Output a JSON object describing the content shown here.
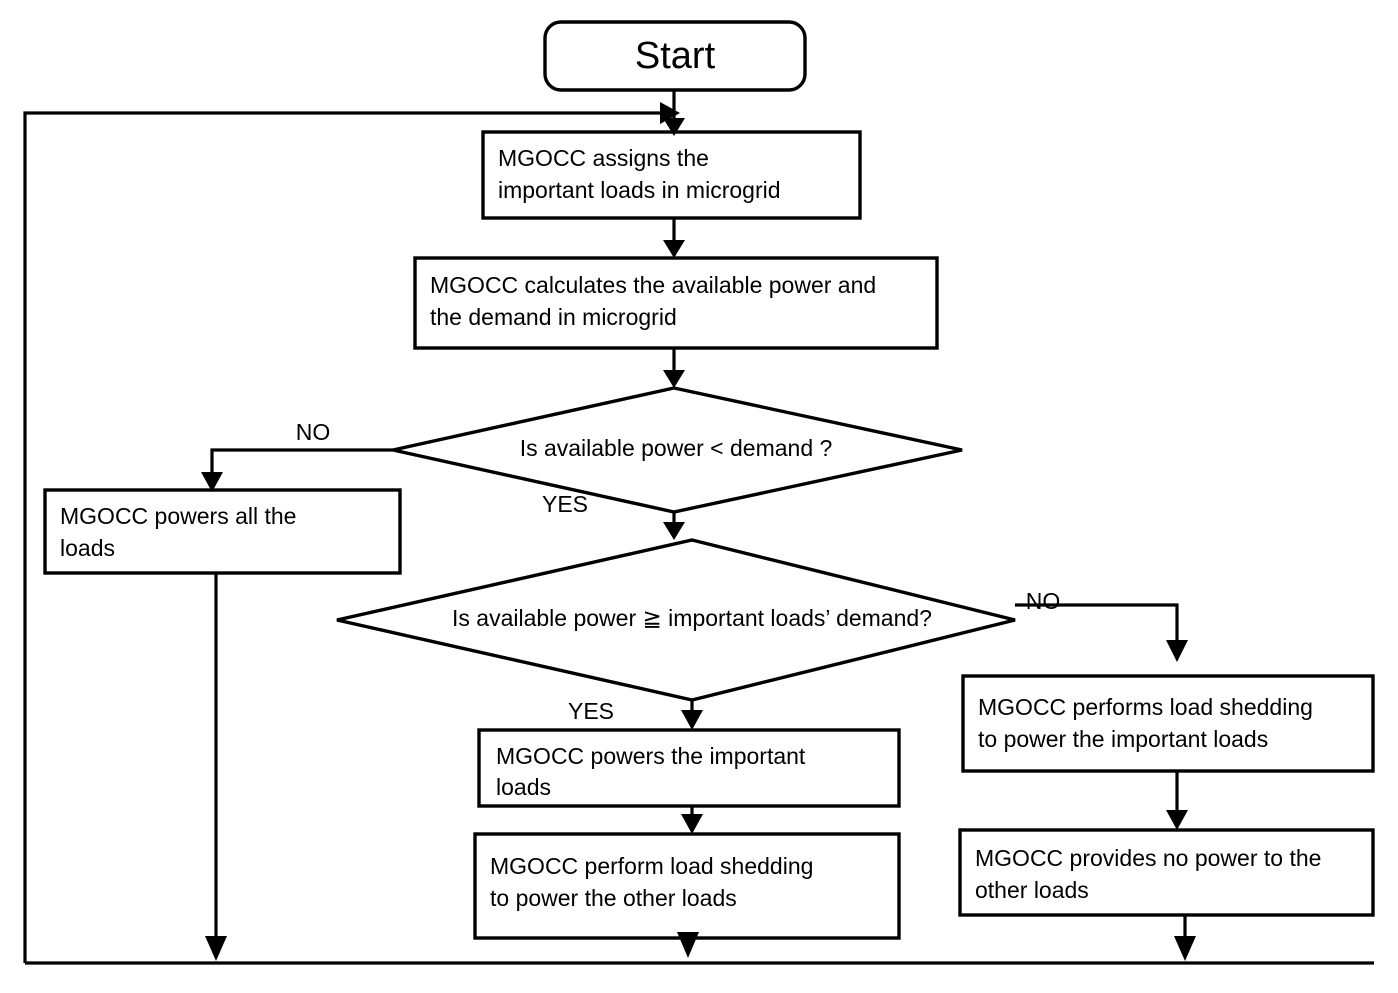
{
  "diagram": {
    "title": "MGOCC microgrid load shedding flowchart",
    "type": "flowchart",
    "colors": {
      "stroke": "#000000",
      "fill": "#ffffff",
      "text": "#000000"
    },
    "nodes": {
      "start": {
        "label": "Start",
        "shape": "rounded-rectangle"
      },
      "assign_loads": {
        "label": "MGOCC assigns the\nimportant loads in microgrid",
        "line1": "MGOCC assigns the",
        "line2": "important loads in microgrid",
        "shape": "rectangle"
      },
      "calc_power": {
        "label": "MGOCC calculates the available power and\nthe demand in microgrid",
        "line1": "MGOCC calculates the available power and",
        "line2": "the demand in microgrid",
        "shape": "rectangle"
      },
      "decision_demand": {
        "label": "Is available power < demand ?",
        "shape": "diamond"
      },
      "power_all_loads": {
        "label": "MGOCC powers all the\nloads",
        "line1": "MGOCC powers all the",
        "line2": "loads",
        "shape": "rectangle"
      },
      "decision_important": {
        "label": "Is available power ≧ important loads’ demand?",
        "shape": "diamond"
      },
      "power_important": {
        "label": "MGOCC powers the important\nloads",
        "line1": "MGOCC powers the important",
        "line2": "loads",
        "shape": "rectangle"
      },
      "shed_other": {
        "label": "MGOCC perform load shedding\nto power the other loads",
        "line1": "MGOCC perform load shedding",
        "line2": "to power the other loads",
        "shape": "rectangle"
      },
      "shed_important": {
        "label": "MGOCC performs load shedding\nto power the important loads",
        "line1": "MGOCC performs load shedding",
        "line2": "to power the important loads",
        "shape": "rectangle"
      },
      "no_power_other": {
        "label": "MGOCC provides no power to the\nother loads",
        "line1": "MGOCC provides no power to the",
        "line2": "other loads",
        "shape": "rectangle"
      }
    },
    "branch_labels": {
      "demand_no": "NO",
      "demand_yes": "YES",
      "important_no": "NO",
      "important_yes": "YES"
    }
  }
}
